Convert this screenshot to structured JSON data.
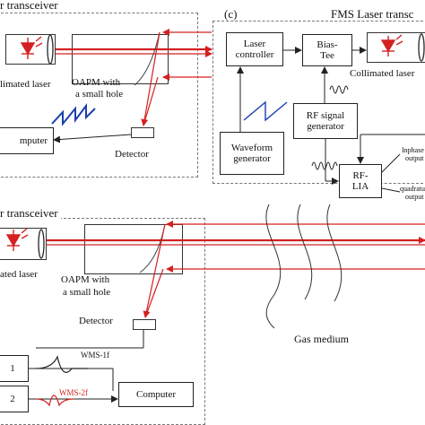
{
  "panel_a": {
    "title": "r transceiver",
    "collimated_laser": "limated laser",
    "oapm": "OAPM with",
    "oapm2": "a small hole",
    "detector": "Detector",
    "computer": "mputer"
  },
  "panel_c": {
    "label": "(c)",
    "title": "FMS Laser transc",
    "laser_controller": [
      "Laser",
      "controller"
    ],
    "bias_tee": [
      "Bias-",
      "Tee"
    ],
    "collimated_laser": "Collimated laser",
    "rf_signal_generator": [
      "RF signal",
      "generator"
    ],
    "waveform_generator": [
      "Waveform",
      "generator"
    ],
    "rf_lia": [
      "RF-",
      "LIA"
    ],
    "inphase_output": [
      "Inphase",
      "output"
    ],
    "quadrature_output": [
      "quadratu",
      "output"
    ]
  },
  "panel_b": {
    "title": "r transceiver",
    "collimated_laser": "ated laser",
    "oapm": "OAPM with",
    "oapm2": "a small hole",
    "detector": "Detector",
    "gas_medium": "Gas medium",
    "lia1": "1",
    "lia2": "2",
    "wms_1f": "WMS-1f",
    "wms_2f": "WMS-2f",
    "computer": "Computer"
  },
  "colors": {
    "laser": "#d42020",
    "sawtooth": "#1a3fb0",
    "frame": "#222222",
    "dashed": "#777777"
  }
}
